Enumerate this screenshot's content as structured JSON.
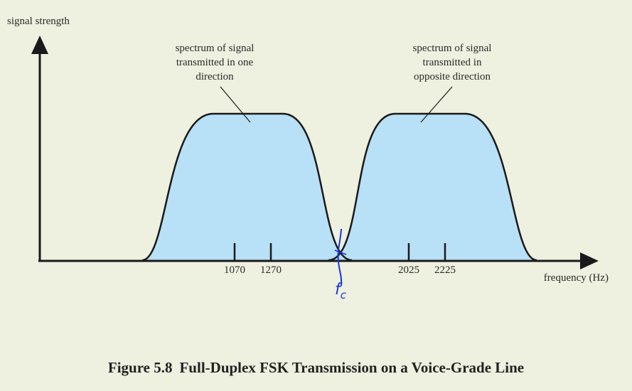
{
  "chart_data": {
    "type": "area",
    "ylabel": "signal strength",
    "xlabel": "frequency (Hz)",
    "ticks": [
      "1070",
      "1270",
      "2025",
      "2225"
    ],
    "bands": [
      {
        "annotation": [
          "spectrum of signal",
          "transmitted in one",
          "direction"
        ],
        "ticks": [
          "1070",
          "1270"
        ]
      },
      {
        "annotation": [
          "spectrum of signal",
          "transmitted in",
          "opposite direction"
        ],
        "ticks": [
          "2025",
          "2225"
        ]
      }
    ],
    "center_marker": "f",
    "center_marker_sub": "c",
    "colors": {
      "fill": "#b8e0f6",
      "outline": "#1a1a1a",
      "marker": "#1a35d6",
      "axis": "#1a1a1a"
    }
  },
  "caption": {
    "number": "Figure 5.8",
    "title": "Full-Duplex FSK Transmission on a Voice-Grade Line"
  }
}
